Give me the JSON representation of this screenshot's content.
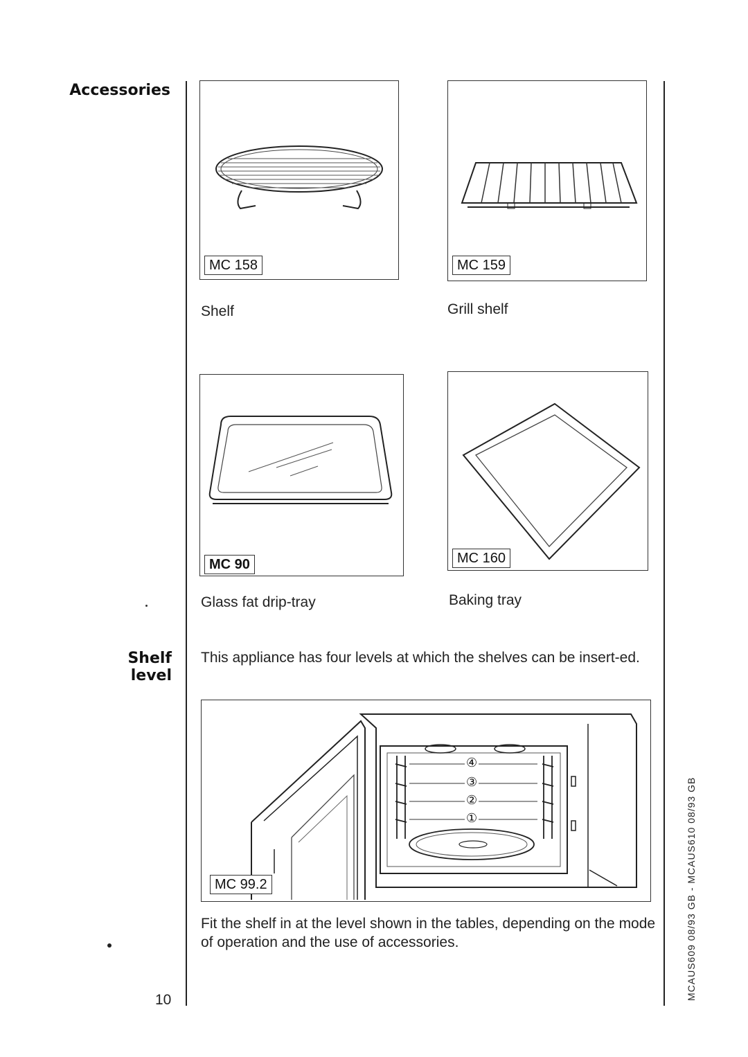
{
  "sections": {
    "accessories": "Accessories",
    "shelf_level": "Shelf level"
  },
  "accessories": [
    {
      "code": "MC 158",
      "caption": "Shelf"
    },
    {
      "code": "MC 159",
      "caption": "Grill shelf"
    },
    {
      "code": "MC 90",
      "caption": "Glass fat drip-tray"
    },
    {
      "code": "MC 160",
      "caption": "Baking tray"
    }
  ],
  "shelf_level": {
    "intro": "This appliance has four levels at which the shelves can be insert-ed.",
    "figure_code": "MC 99.2",
    "levels": [
      "④",
      "③",
      "②",
      "①"
    ],
    "note": "Fit the shelf in at the level shown in the tables, depending on the mode of operation and the use of accessories."
  },
  "page_number": "10",
  "document_code": "MCAUS609 08/93  GB - MCAUS610 08/93  GB"
}
